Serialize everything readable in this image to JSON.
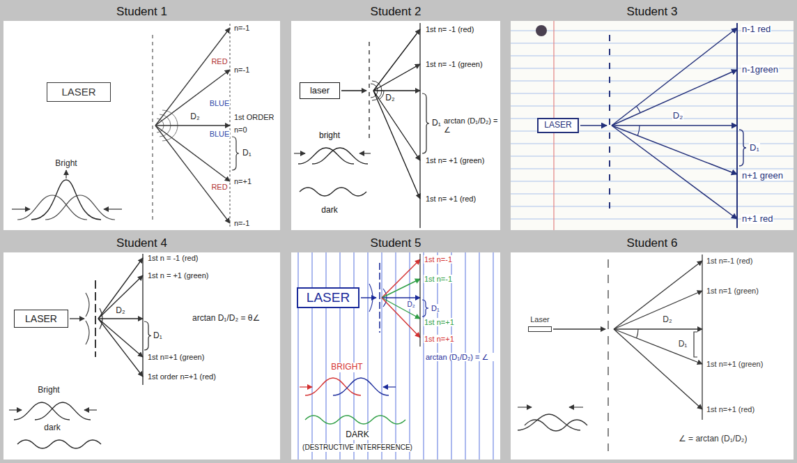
{
  "diagram": {
    "nodes": [
      {
        "text": [
          "Student 1"
        ]
      },
      {
        "text": [
          "LASER"
        ],
        "in": 0
      },
      {
        "text": [
          "Student 2"
        ]
      },
      {
        "text": [
          "laser"
        ],
        "in": 2
      },
      {
        "text": [
          "Student 3"
        ]
      },
      {
        "text": [
          "LASER"
        ],
        "in": 4
      },
      {
        "text": [
          "Student 4"
        ]
      },
      {
        "text": [
          "LASER"
        ],
        "in": 6
      },
      {
        "text": [
          "Student 5"
        ]
      },
      {
        "text": [
          "LASER"
        ],
        "in": 8
      },
      {
        "text": [
          "Student 6"
        ]
      },
      {
        "text": [
          "Laser"
        ],
        "in": 10
      }
    ],
    "labels": [
      "n=-1",
      "n=-1",
      "RED",
      "BLUE",
      "D₂",
      "1st ORDER",
      "n=0",
      "D₁",
      "n=+1",
      "BLUE",
      "RED",
      "n=-1",
      "Bright",
      "1st n= -1 (red)",
      "1st n= -1 (green)",
      "D₂",
      "D₁",
      "arctan (D₁/D₂) = ∠",
      "1st n= +1 (green)",
      "1st n= +1 (red)",
      "bright",
      "dark",
      "n-1 red",
      "n-1green",
      "D₂",
      "D₁",
      "n+1 green",
      "n+1 red",
      "1st n = -1 (red)",
      "1st n = +1 (green)",
      "D₂",
      "D₁",
      "arctan D₁/D₂ = θ∠",
      "1st n=+1 (green)",
      "1st order n=+1 (red)",
      "Bright",
      "dark",
      "1st n=-1",
      "1st n=-1",
      "D₂",
      "D₁",
      "1st n=+1",
      "1st n=+1",
      "arctan (D₁/D₂) = ∠",
      "BRIGHT",
      "DARK",
      "(DESTRUCTIVE INTERFERENCE)",
      "1st n=-1 (red)",
      "1st n=1 (green)",
      "D₂",
      "D₁",
      "1st n=+1 (green)",
      "1st n=+1 (red)",
      "∠ = arctan (D₁/D₂)"
    ]
  }
}
